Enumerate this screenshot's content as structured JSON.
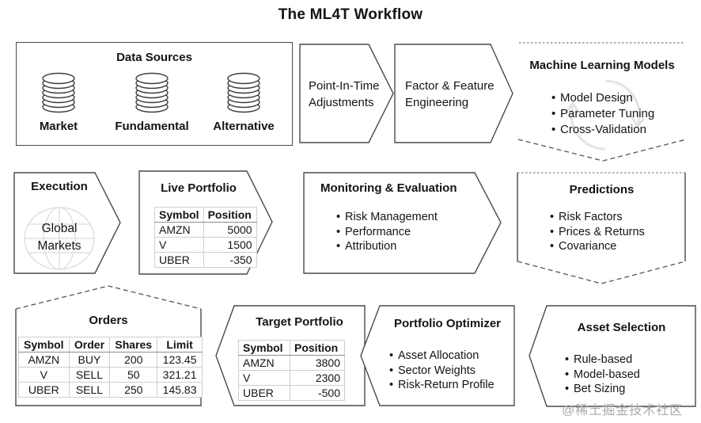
{
  "title": "The ML4T Workflow",
  "watermark": "@稀土掘金技术社区",
  "colors": {
    "text": "#141414",
    "border_solid": "#4a4a4a",
    "border_dashed": "#555555",
    "table_grid": "#cfcfcf",
    "faint_icon": "#dedede",
    "watermark": "#a9a9a9"
  },
  "nodes": {
    "data_sources": {
      "title": "Data Sources",
      "items": [
        "Market",
        "Fundamental",
        "Alternative"
      ]
    },
    "point_in_time": {
      "line1": "Point-In-Time",
      "line2": "Adjustments"
    },
    "factor_feature": {
      "line1": "Factor & Feature",
      "line2": "Engineering"
    },
    "ml_models": {
      "title": "Machine Learning Models",
      "bullets": [
        "Model Design",
        "Parameter Tuning",
        "Cross-Validation"
      ]
    },
    "execution": {
      "title": "Execution",
      "label_line1": "Global",
      "label_line2": "Markets"
    },
    "live_portfolio": {
      "title": "Live Portfolio",
      "table": {
        "headers": [
          "Symbol",
          "Position"
        ],
        "rows": [
          [
            "AMZN",
            "5000"
          ],
          [
            "V",
            "1500"
          ],
          [
            "UBER",
            "-350"
          ]
        ]
      }
    },
    "monitoring": {
      "title": "Monitoring & Evaluation",
      "bullets": [
        "Risk Management",
        "Performance",
        "Attribution"
      ]
    },
    "predictions": {
      "title": "Predictions",
      "bullets": [
        "Risk Factors",
        "Prices & Returns",
        "Covariance"
      ]
    },
    "orders": {
      "title": "Orders",
      "table": {
        "headers": [
          "Symbol",
          "Order",
          "Shares",
          "Limit"
        ],
        "rows": [
          [
            "AMZN",
            "BUY",
            "200",
            "123.45"
          ],
          [
            "V",
            "SELL",
            "50",
            "321.21"
          ],
          [
            "UBER",
            "SELL",
            "250",
            "145.83"
          ]
        ]
      }
    },
    "target_portfolio": {
      "title": "Target Portfolio",
      "table": {
        "headers": [
          "Symbol",
          "Position"
        ],
        "rows": [
          [
            "AMZN",
            "3800"
          ],
          [
            "V",
            "2300"
          ],
          [
            "UBER",
            "-500"
          ]
        ]
      }
    },
    "portfolio_optimizer": {
      "title": "Portfolio Optimizer",
      "bullets": [
        "Asset Allocation",
        "Sector Weights",
        "Risk-Return Profile"
      ]
    },
    "asset_selection": {
      "title": "Asset Selection",
      "bullets": [
        "Rule-based",
        "Model-based",
        "Bet Sizing"
      ]
    }
  }
}
